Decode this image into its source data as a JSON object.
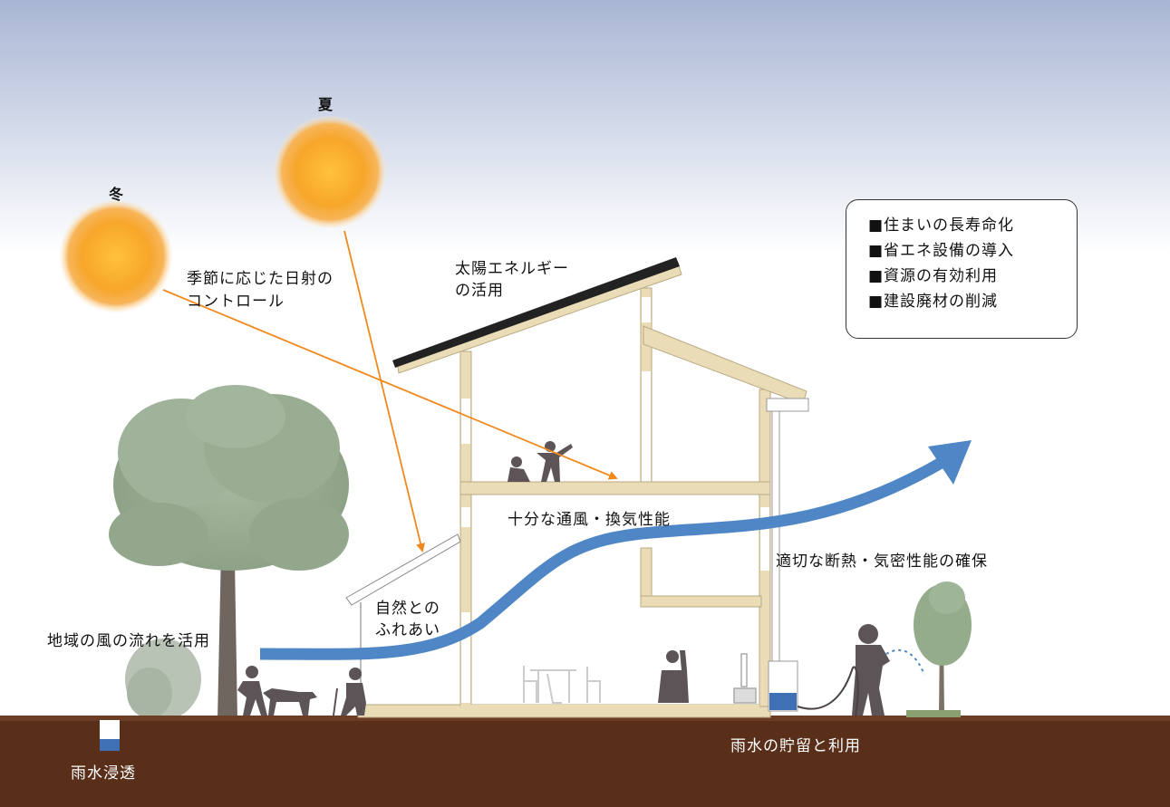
{
  "labels": {
    "summer": "夏",
    "winter": "冬",
    "solar_control_1": "季節に応じた日射の",
    "solar_control_2": "コントロール",
    "solar_energy_1": "太陽エネルギー",
    "solar_energy_2": "の活用",
    "ventilation": "十分な通風・換気性能",
    "nature_1": "自然との",
    "nature_2": "ふれあい",
    "local_wind": "地域の風の流れを活用",
    "insulation": "適切な断熱・気密性能の確保",
    "rain_storage": "雨水の貯留と利用",
    "rain_infiltration": "雨水浸透"
  },
  "info_box": {
    "items": [
      "■住まいの長寿命化",
      "■省エネ設備の導入",
      "■資源の有効利用",
      "■建設廃材の削減"
    ]
  },
  "colors": {
    "sun": "#f5a623",
    "sun_ray": "#f08a1e",
    "wind_arrow": "#4f86c6",
    "ground": "#5a2f1a",
    "house_frame": "#e9dcb6",
    "solar_panel": "#222222",
    "tree": "#8fa58a",
    "people": "#5d5458"
  },
  "icons": [
    "sun-icon",
    "tree-icon",
    "person-icon",
    "dog-icon",
    "chair-icon",
    "table-icon",
    "solar-panel-icon",
    "gutter-icon",
    "rain-tank-icon"
  ]
}
